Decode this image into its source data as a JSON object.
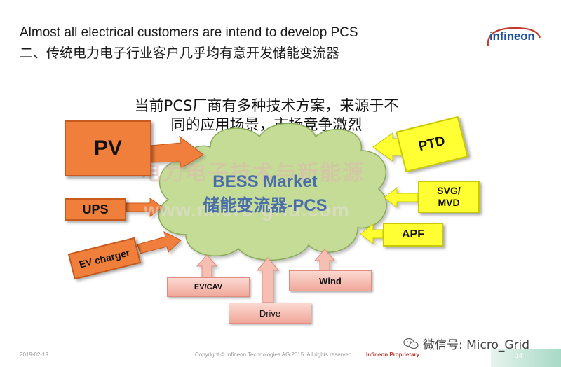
{
  "header": {
    "title_en": "Almost all electrical customers are intend to develop  PCS",
    "title_cn": "二、传统电力电子行业客户几乎均有意开发储能变流器",
    "logo_text": "infineon"
  },
  "diagram": {
    "subtitle_line1": "当前PCS厂商有多种技术方案，来源于不",
    "subtitle_line2": "同的应用场景，市场竞争激烈",
    "market_line1": "BESS Market",
    "market_line2": "储能变流器-PCS",
    "left_sources": [
      "PV",
      "UPS",
      "EV charger"
    ],
    "right_sources": [
      "PTD",
      "SVG/\nMVD",
      "APF"
    ],
    "bottom_sources": [
      "EV/CAV",
      "Wind",
      "Drive"
    ],
    "colors": {
      "left": "#f07f3c",
      "right": "#ffff33",
      "bottom": "#f1a79a",
      "cloud": "#c4dc96"
    }
  },
  "watermark": {
    "cn": "电力电子技术与新能源",
    "url": "www.micro-grid.com"
  },
  "footer": {
    "date": "2019-02-19",
    "copyright": "Copyright © Infineon Technologies AG 2015. All rights  reserved.",
    "proprietary": "Infineon Proprietary",
    "page": "14",
    "wechat": "微信号: Micro_Grid"
  }
}
